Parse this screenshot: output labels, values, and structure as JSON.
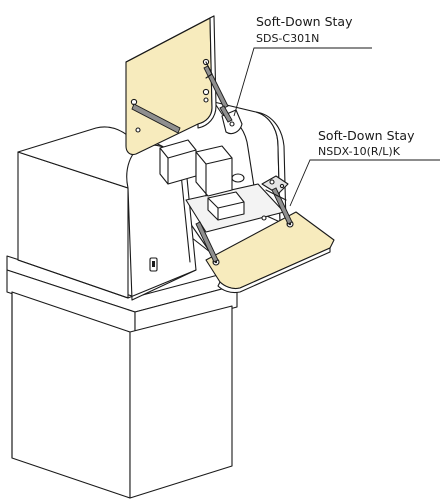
{
  "colors": {
    "panel_fill": "#f7ebbd",
    "outline": "#1a1a1a",
    "stay_arm": "#8f8f8f"
  },
  "labels": {
    "upper_stay": {
      "name": "Soft-Down Stay",
      "model": "SDS-C301N"
    },
    "lower_stay": {
      "name": "Soft-Down Stay",
      "model": "NSDX-10(R/L)K"
    }
  }
}
